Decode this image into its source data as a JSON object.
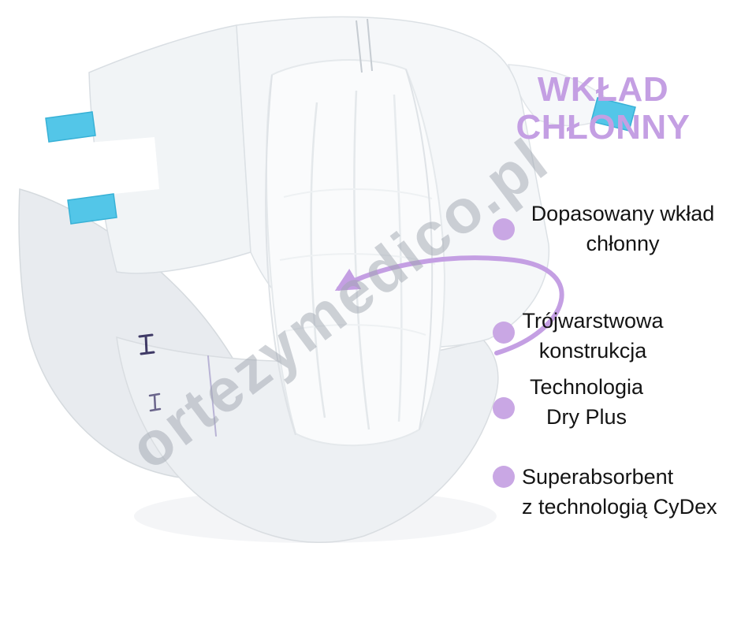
{
  "title": {
    "line1": "WKŁAD",
    "line2": "CHŁONNY"
  },
  "watermark": {
    "text": "ortezymedico.pl"
  },
  "features": [
    {
      "line1": "Dopasowany wkład",
      "line2": "chłonny"
    },
    {
      "line1": "Trójwarstwowa",
      "line2": "konstrukcja"
    },
    {
      "line1": "Technologia",
      "line2": "Dry Plus"
    },
    {
      "line1": "Superabsorbent",
      "line2": "z technologią CyDex"
    }
  ],
  "colors": {
    "accent": "#c49fe3",
    "bullet": "#c9a7e4",
    "feature_text": "#141414",
    "tab_blue": "#53c6e8",
    "watermark_grey": "#a0a6b0"
  }
}
